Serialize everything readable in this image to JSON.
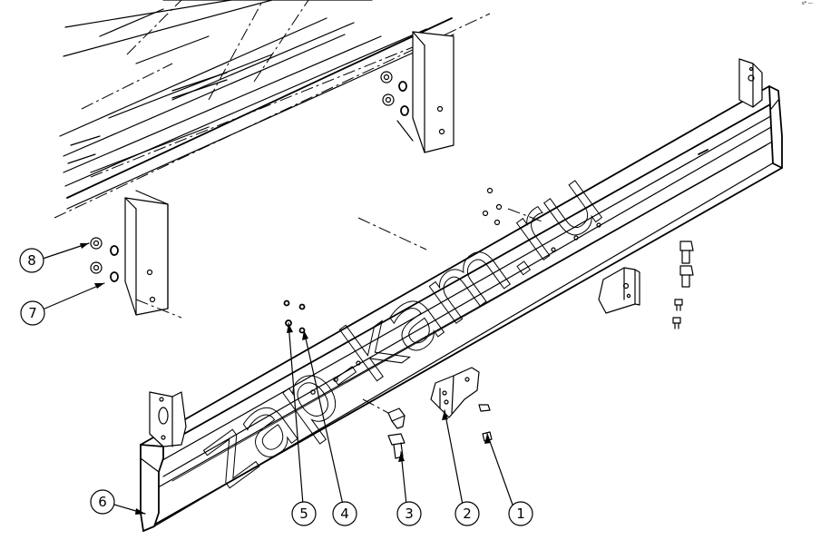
{
  "watermark": "zap-kam.ru",
  "corner_mark": "s* ---",
  "callouts": [
    {
      "id": "1",
      "label": "1"
    },
    {
      "id": "2",
      "label": "2"
    },
    {
      "id": "3",
      "label": "3"
    },
    {
      "id": "4",
      "label": "4"
    },
    {
      "id": "5",
      "label": "5"
    },
    {
      "id": "6",
      "label": "6"
    },
    {
      "id": "7",
      "label": "7"
    },
    {
      "id": "8",
      "label": "8"
    }
  ]
}
